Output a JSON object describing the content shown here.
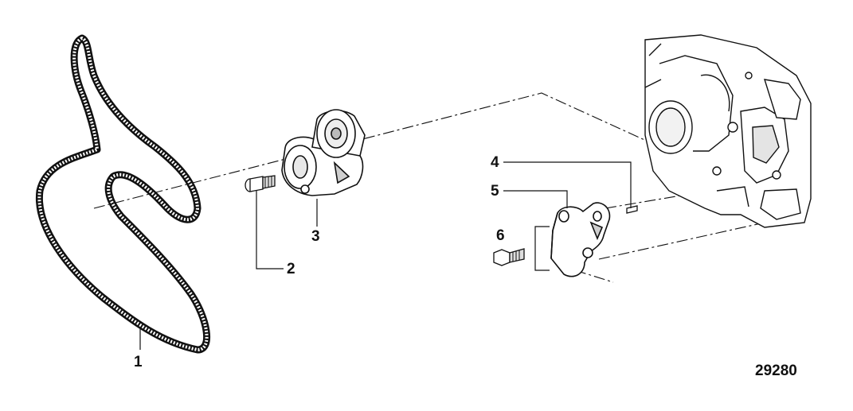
{
  "callouts": [
    {
      "id": "1",
      "part": "serpentine-belt"
    },
    {
      "id": "2",
      "part": "tensioner-bolt"
    },
    {
      "id": "3",
      "part": "belt-tensioner"
    },
    {
      "id": "4",
      "part": "dowel-pin"
    },
    {
      "id": "5",
      "part": "tensioner-bracket"
    },
    {
      "id": "6",
      "part": "bracket-bolt"
    }
  ],
  "figure_number": "29280",
  "colors": {
    "line": "#111111",
    "fill": "#ffffff",
    "shade": "#cfcfcf"
  }
}
